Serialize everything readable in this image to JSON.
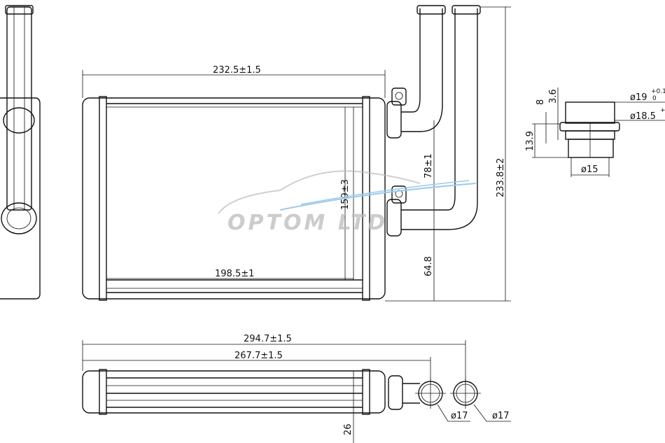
{
  "watermark": {
    "text": "OPTOM LTD",
    "swoosh_color": "#9cc9ec"
  },
  "front_view": {
    "width": "232.5±1.5",
    "core_width": "198.5±1",
    "core_height": "159±3",
    "pipe_spacing": "78±1",
    "pipe_offset": "64.8",
    "total_height": "233.8±2"
  },
  "bottom_view": {
    "overall_length": "294.7±1.5",
    "pipe_length": "267.7±1.5",
    "depth": "26",
    "pipe1_dia": "ø17",
    "pipe2_dia": "ø17"
  },
  "fitting_detail": {
    "outer_dia": "ø19",
    "outer_tol_upper": "+0.1",
    "outer_tol_lower": "0",
    "seal_dia": "ø18.5",
    "seal_tol": "+",
    "dim_8": "8",
    "dim_3_6": "3.6",
    "height": "13.9",
    "inner_dia": "ø15"
  }
}
